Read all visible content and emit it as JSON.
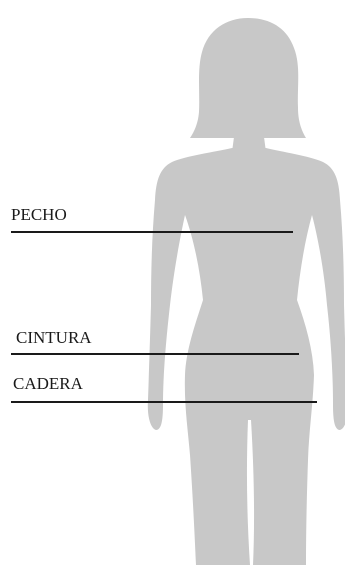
{
  "diagram": {
    "figure": "female-body-silhouette",
    "colors": {
      "silhouette": "#c8c8c8",
      "lines": "#1a1a1a",
      "background": "#ffffff"
    },
    "measurements": [
      {
        "key": "chest",
        "label": "PECHO"
      },
      {
        "key": "waist",
        "label": "CINTURA"
      },
      {
        "key": "hip",
        "label": "CADERA"
      }
    ]
  }
}
